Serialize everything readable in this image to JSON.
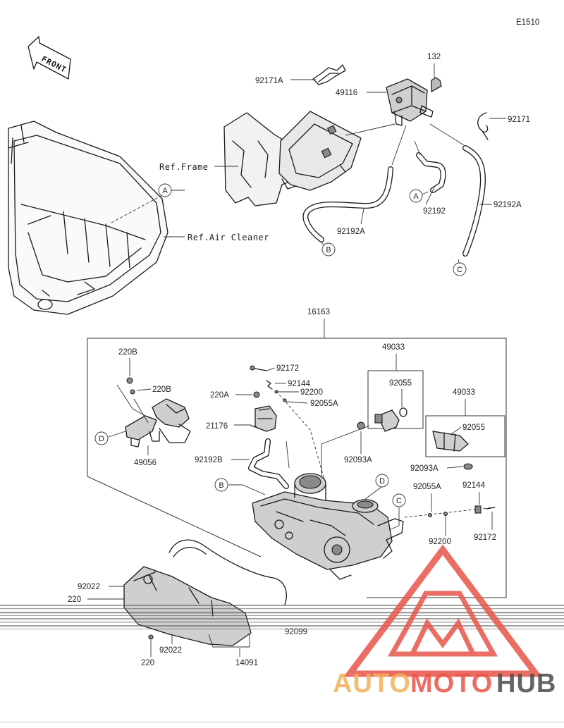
{
  "diagram_code": "E1510",
  "front_label": "FRONT",
  "refs": {
    "frame": "Ref.Frame",
    "air_cleaner": "Ref.Air Cleaner"
  },
  "connectors": {
    "a": "A",
    "b": "B",
    "c": "C",
    "d": "D"
  },
  "parts": {
    "p132": "132",
    "p92171A": "92171A",
    "p49116": "49116",
    "p92171": "92171",
    "p92192": "92192",
    "p92192A_left": "92192A",
    "p92192A_right": "92192A",
    "p16163": "16163",
    "p220B_top": "220B",
    "p220B": "220B",
    "p49056": "49056",
    "p92172_top": "92172",
    "p92144_top": "92144",
    "p92200_top": "92200",
    "p92055A_top": "92055A",
    "p220A": "220A",
    "p21176": "21176",
    "p92192B": "92192B",
    "p49033_top": "49033",
    "p92055_top": "92055",
    "p92093A_top": "92093A",
    "p49033_right": "49033",
    "p92055_right": "92055",
    "p92093A_right": "92093A",
    "p92055A_right": "92055A",
    "p92144_right": "92144",
    "p92200_right": "92200",
    "p92172_right": "92172",
    "p92022_left": "92022",
    "p220_left": "220",
    "p92022_bottom": "92022",
    "p220_bottom": "220",
    "p14091": "14091",
    "p92099": "92099"
  },
  "watermark": {
    "part1": "AUTO",
    "part2": "MOTO",
    "part3": "HUB",
    "color_primary": "#e8554a",
    "color_secondary": "#f3b15a",
    "color_dark": "#4a4a4a"
  }
}
